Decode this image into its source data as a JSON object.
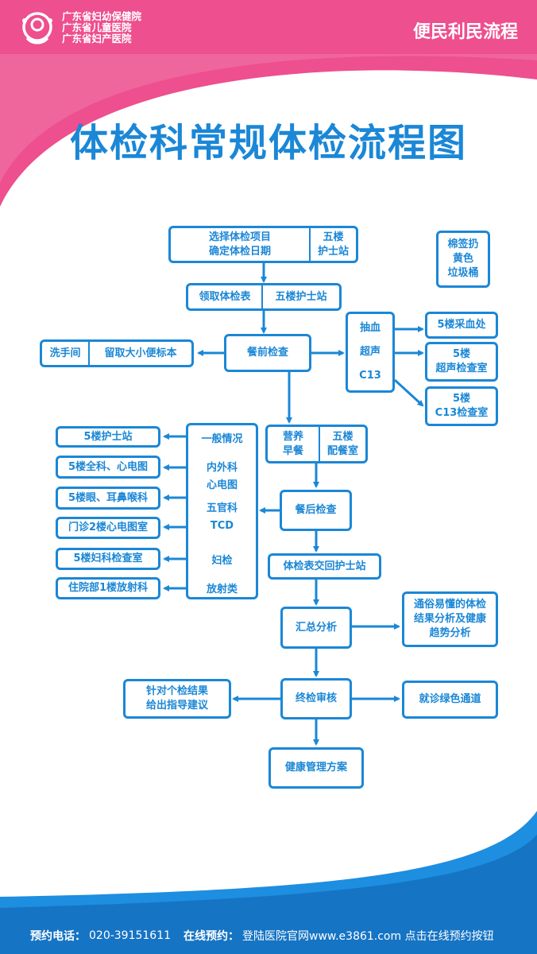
{
  "header": {
    "hospital_names": [
      "广东省妇幼保健院",
      "广东省儿童医院",
      "广东省妇产医院"
    ],
    "right_title": "便民利民流程"
  },
  "title": "体检科常规体检流程图",
  "colors": {
    "pink": "#ee4f8e",
    "blue": "#1b87d6",
    "footer_blue": "#1e8ee0"
  },
  "flow": {
    "select_items": "选择体检项目",
    "select_date": "确定体检日期",
    "fifth_floor": "五楼",
    "nurse_station": "护士站",
    "get_form": "领取体检表",
    "fifth_floor_nurse_station": "五楼护士站",
    "trash": [
      "棉签扔",
      "黄色",
      "垃圾桶"
    ],
    "washroom": "洗手间",
    "sample": "留取大小便标本",
    "pre_meal": "餐前检查",
    "pre_meal_items": [
      "抽血",
      "超声",
      "C13"
    ],
    "blood_room": "5楼采血处",
    "ultrasound_room": [
      "5楼",
      "超声检查室"
    ],
    "c13_room": [
      "5楼",
      "C13检查室"
    ],
    "breakfast": [
      "营养",
      "早餐"
    ],
    "diet_room": [
      "五楼",
      "配餐室"
    ],
    "post_meal": "餐后检查",
    "general_items": [
      "一般情况",
      "内外科",
      "心电图",
      "五官科",
      "TCD",
      "妇检",
      "放射类"
    ],
    "locations": [
      "5楼护士站",
      "5楼全科、心电图",
      "5楼眼、耳鼻喉科",
      "门诊2楼心电图室",
      "5楼妇科检查室",
      "住院部1楼放射科"
    ],
    "return_form": "体检表交回护士站",
    "summary": "汇总分析",
    "summary_note": [
      "通俗易懂的体检",
      "结果分析及健康",
      "趋势分析"
    ],
    "final_review": "终检审核",
    "advice": [
      "针对个检结果",
      "给出指导建议"
    ],
    "green_channel": "就诊绿色通道",
    "health_plan": "健康管理方案"
  },
  "footer": {
    "phone_label": "预约电话：",
    "phone": "020-39151611",
    "online_label": "在线预约：",
    "online_text": "登陆医院官网www.e3861.com 点击在线预约按钮"
  }
}
